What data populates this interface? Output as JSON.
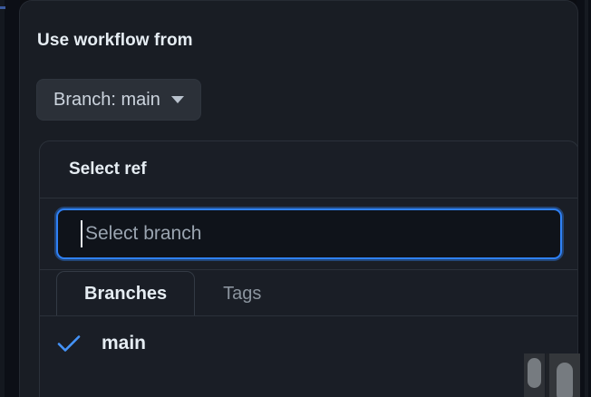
{
  "dialog": {
    "title": "Use workflow from",
    "branch_button": {
      "label": "Branch: main",
      "caret_icon": "chevron-down-icon"
    }
  },
  "ref_picker": {
    "title": "Select ref",
    "search": {
      "value": "",
      "placeholder": "Select branch",
      "focused": true,
      "caret_visible": true
    },
    "tabs": [
      {
        "label": "Branches",
        "active": true
      },
      {
        "label": "Tags",
        "active": false
      }
    ],
    "items": [
      {
        "label": "main",
        "selected": true,
        "check_icon": "check-icon"
      }
    ]
  },
  "colors": {
    "page_background": "#0b0d12",
    "modal_background": "#191d24",
    "panel_background": "#1a1e26",
    "button_background": "#2b3038",
    "input_background": "#0f131a",
    "focus_ring": "#2f81f7",
    "accent_blue": "#3b5a9e",
    "check_blue": "#4493f8",
    "text_primary": "#e6edf3",
    "text_secondary": "#8b949e",
    "placeholder": "#9aa4b0",
    "border": "#2b313a",
    "scrollbar_track": "#2e3136",
    "scrollbar_thumb": "#767b80"
  },
  "scrollbars": [
    {
      "name": "panel-scrollbar",
      "orientation": "vertical"
    },
    {
      "name": "page-scrollbar",
      "orientation": "vertical"
    }
  ]
}
